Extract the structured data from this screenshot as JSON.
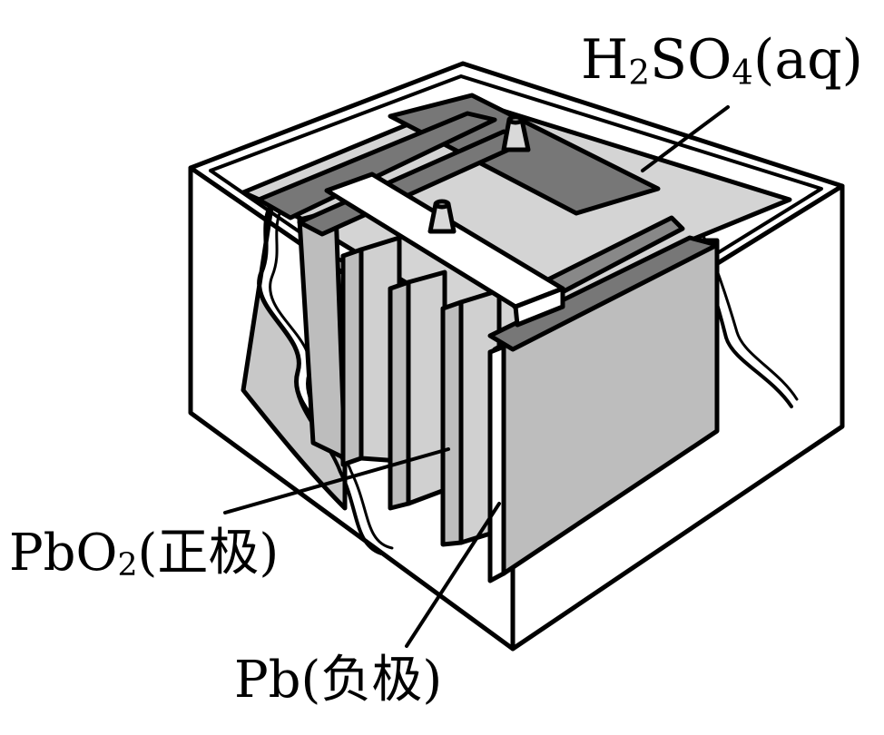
{
  "labels": {
    "electrolyte": {
      "main": "H",
      "sub1": "2",
      "mid": "SO",
      "sub2": "4",
      "tail": "(aq)"
    },
    "positive": {
      "main": "PbO",
      "sub": "2",
      "tail": "(正极)"
    },
    "negative": {
      "text": "Pb(负极)"
    }
  },
  "colors": {
    "stroke": "#000000",
    "plate_fill": "#bdbdbd",
    "connector_fill": "#777777",
    "electrolyte_fill": "#d4d4d4",
    "case_fill": "#ffffff"
  }
}
